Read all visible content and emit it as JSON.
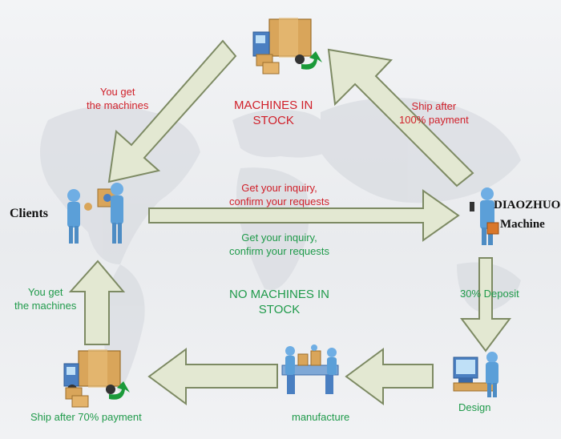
{
  "labels": {
    "you_get_top_1": "You get",
    "you_get_top_2": "the machines",
    "machines_in_stock_1": "MACHINES IN",
    "machines_in_stock_2": "STOCK",
    "ship_after_100_1": "Ship after",
    "ship_after_100_2": "100% payment",
    "inquiry_red_1": "Get your inquiry,",
    "inquiry_red_2": "confirm your requests",
    "inquiry_green_1": "Get your inquiry,",
    "inquiry_green_2": "confirm your requests",
    "no_machines_1": "NO MACHINES IN",
    "no_machines_2": "STOCK",
    "you_get_left_1": "You get",
    "you_get_left_2": "the machines",
    "deposit": "30% Deposit",
    "ship_after_70": "Ship after 70% payment",
    "manufacture": "manufacture",
    "design": "Design",
    "clients": "Clients",
    "company_1": "DIAOZHUO",
    "company_2": "Machine"
  },
  "colors": {
    "red_text": "#d0202a",
    "green_text": "#1f9a4a",
    "arrow_fill": "#e3e8d2",
    "arrow_stroke": "#7d8a63",
    "figure_blue": "#5b9fd8",
    "box_tan": "#d9a55a"
  },
  "icons": [
    "truck-icon",
    "person-handshake-icon",
    "person-phone-icon",
    "designer-computer-icon",
    "factory-workers-icon",
    "delivery-truck-icon"
  ]
}
